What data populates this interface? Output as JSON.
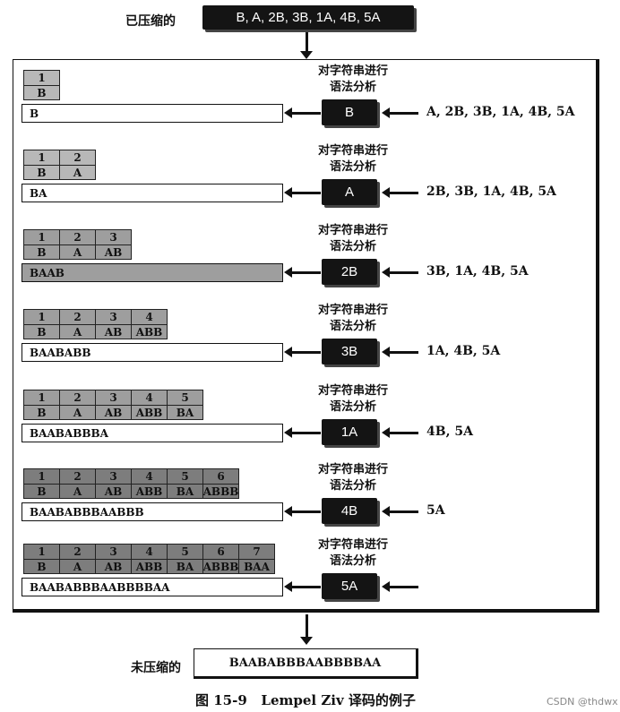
{
  "header": {
    "compressed_label": "已压缩的",
    "compressed_tokens": "B, A, 2B, 3B, 1A, 4B, 5A"
  },
  "parse_label_line1": "对字符串进行",
  "parse_label_line2": "语法分析",
  "steps": [
    {
      "token": "B",
      "remaining": "A, 2B, 3B, 1A, 4B, 5A",
      "output": "B",
      "dict_indices": [
        "1"
      ],
      "dict_values": [
        "B"
      ],
      "shade": "light"
    },
    {
      "token": "A",
      "remaining": "2B, 3B, 1A, 4B, 5A",
      "output": "BA",
      "dict_indices": [
        "1",
        "2"
      ],
      "dict_values": [
        "B",
        "A"
      ],
      "shade": "light"
    },
    {
      "token": "2B",
      "remaining": "3B, 1A, 4B, 5A",
      "output": "BAAB",
      "dict_indices": [
        "1",
        "2",
        "3"
      ],
      "dict_values": [
        "B",
        "A",
        "AB"
      ],
      "shade": "medium"
    },
    {
      "token": "3B",
      "remaining": "1A, 4B, 5A",
      "output": "BAABABB",
      "dict_indices": [
        "1",
        "2",
        "3",
        "4"
      ],
      "dict_values": [
        "B",
        "A",
        "AB",
        "ABB"
      ],
      "shade": "medium"
    },
    {
      "token": "1A",
      "remaining": "4B, 5A",
      "output": "BAABABBBA",
      "dict_indices": [
        "1",
        "2",
        "3",
        "4",
        "5"
      ],
      "dict_values": [
        "B",
        "A",
        "AB",
        "ABB",
        "BA"
      ],
      "shade": "medium"
    },
    {
      "token": "4B",
      "remaining": "5A",
      "output": "BAABABBBAABBB",
      "dict_indices": [
        "1",
        "2",
        "3",
        "4",
        "5",
        "6"
      ],
      "dict_values": [
        "B",
        "A",
        "AB",
        "ABB",
        "BA",
        "ABBB"
      ],
      "shade": "dark"
    },
    {
      "token": "5A",
      "remaining": "",
      "output": "BAABABBBAABBBBAA",
      "dict_indices": [
        "1",
        "2",
        "3",
        "4",
        "5",
        "6",
        "7"
      ],
      "dict_values": [
        "B",
        "A",
        "AB",
        "ABB",
        "BA",
        "ABBB",
        "BAA"
      ],
      "shade": "dark"
    }
  ],
  "footer": {
    "uncompressed_label": "未压缩的",
    "uncompressed_value": "BAABABBBAABBBBAA"
  },
  "caption": "图 15-9   Lempel Ziv 译码的例子",
  "watermark": "CSDN @thdwx",
  "colors": {
    "shade_light": "#b8b8b8",
    "shade_medium": "#9e9e9e",
    "shade_dark": "#7d7d7d",
    "token_box": "#141414"
  }
}
